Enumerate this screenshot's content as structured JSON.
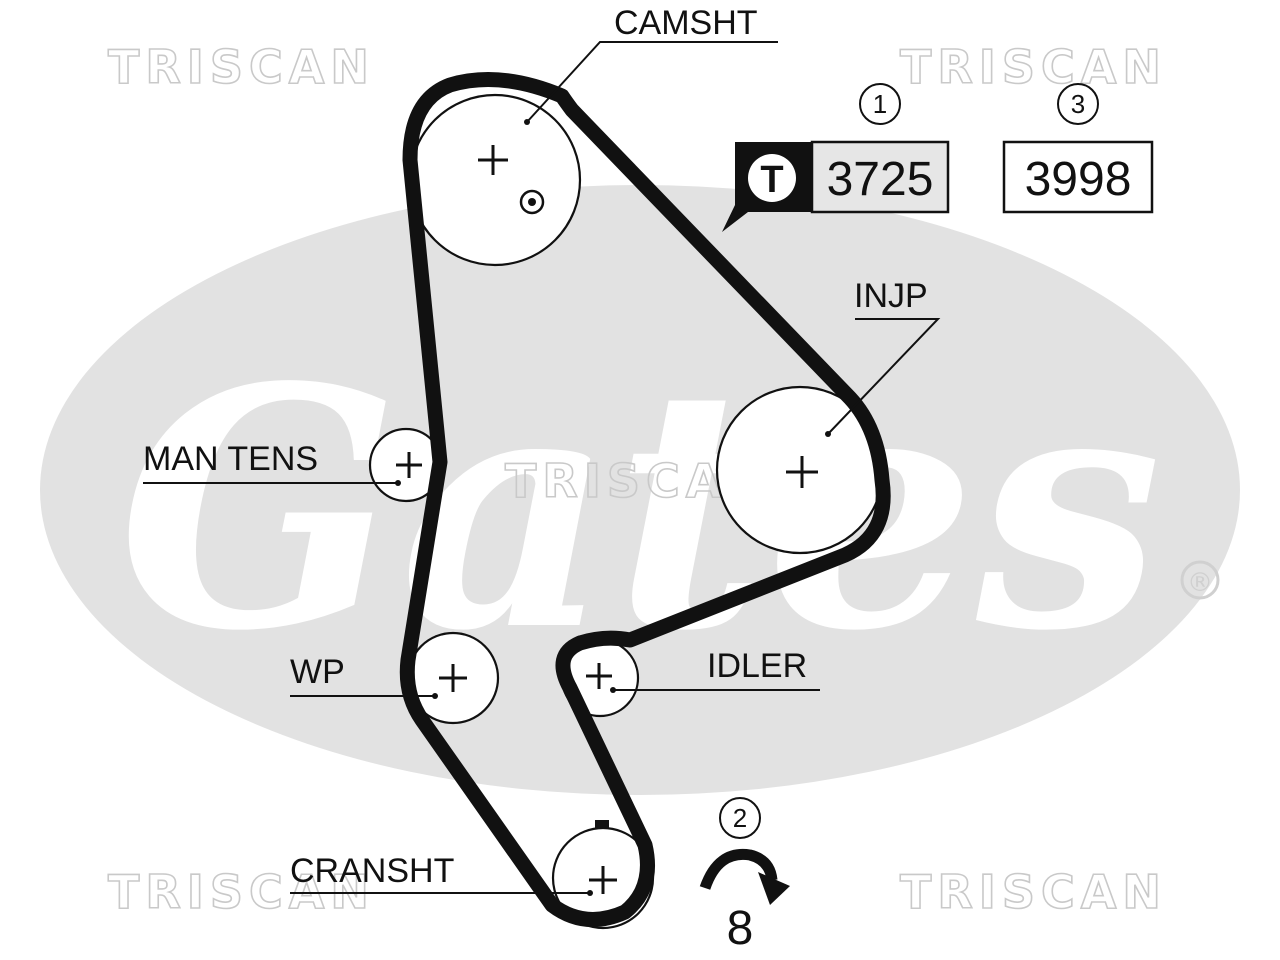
{
  "watermark": {
    "brand": "TRISCAN",
    "logo_text": "Gates",
    "registered_mark": "®"
  },
  "labels": {
    "camshaft": "CAMSHT",
    "injection_pump": "INJP",
    "manual_tensioner": "MAN TENS",
    "water_pump": "WP",
    "idler": "IDLER",
    "crankshaft": "CRANSHT"
  },
  "parts": {
    "callout_1": "1",
    "part_1_badge": "T",
    "part_1_number": "3725",
    "callout_3": "3",
    "part_3_number": "3998",
    "callout_2": "2",
    "rotation_count": "8"
  },
  "colors": {
    "belt": "#111111",
    "logo_gray": "#e2e2e2",
    "watermark_gray": "#c9c9c9",
    "part_box_fill": "#e6e6e6"
  },
  "icons": {
    "rotation_arrow": "clockwise-arrow-icon",
    "timing_mark": "timing-mark-icon"
  }
}
